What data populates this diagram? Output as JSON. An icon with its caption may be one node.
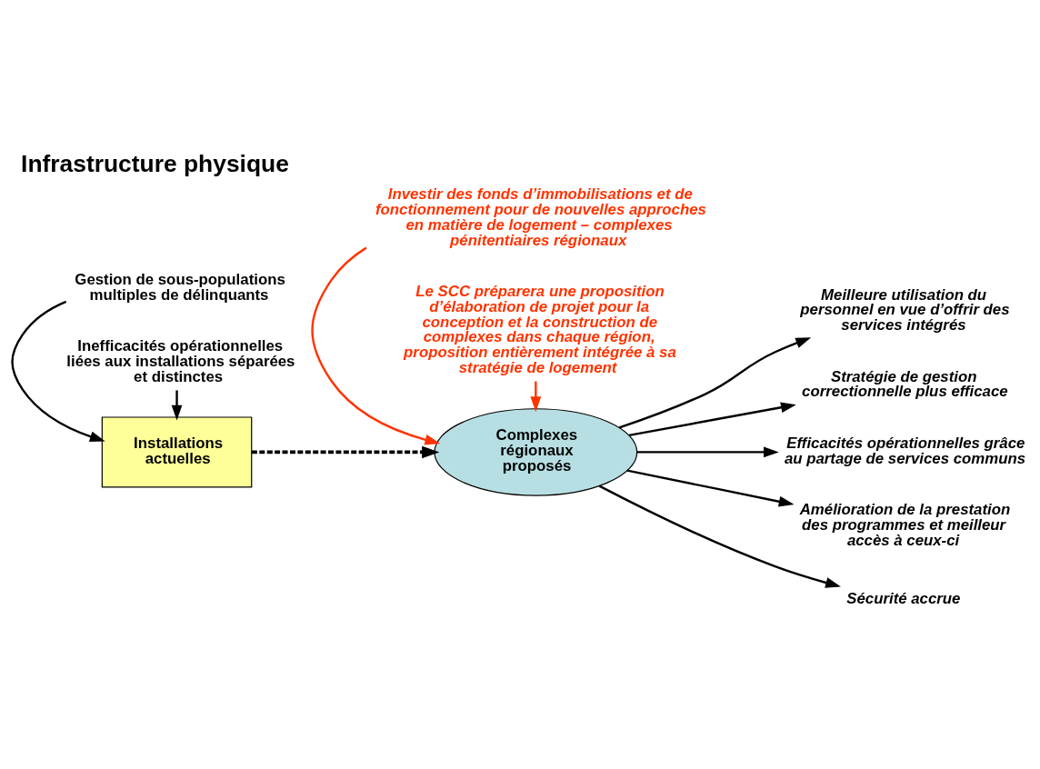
{
  "diagram": {
    "title": "Infrastructure physique",
    "nodes": [
      {
        "text": [
          "Gestion de sous-populations multiples de délinquants"
        ]
      },
      {
        "text": [
          "Installations actuelles"
        ]
      },
      {
        "text": [
          "Inefficacités opérationnelles liées aux installations séparées et distinctes"
        ]
      },
      {
        "text": [
          "Investir des fonds d’immobilisations et de fonctionnement pour de nouvelles approches en matière de logement – complexes pénitentiaires régionaux"
        ]
      },
      {
        "text": [
          "Complexes régionaux proposés"
        ]
      },
      {
        "text": [
          "Le SCC préparera une proposition d’élaboration de projet pour la conception et la construction de complexes dans chaque région, proposition entièrement intégrée à sa stratégie de logement"
        ]
      },
      {
        "text": [
          "Meilleure utilisation du personnel en vue d’offrir des services intégrés"
        ]
      },
      {
        "text": [
          "Stratégie de gestion correctionnelle plus efficace"
        ]
      },
      {
        "text": [
          "Efficacités opérationnelles grâce au partage de services communs"
        ]
      },
      {
        "text": [
          "Amélioration de la prestation des programmes et meilleur accès à ceux-ci"
        ]
      },
      {
        "text": [
          "Sécurité accrue"
        ]
      }
    ],
    "edges": [
      {
        "from": 0,
        "to": 1,
        "arrow": "to"
      },
      {
        "from": 2,
        "to": 1,
        "arrow": "to"
      },
      {
        "from": 1,
        "to": 4,
        "arrow": "to",
        "style": "dashed"
      },
      {
        "from": 3,
        "to": 4,
        "arrow": "to",
        "color": "#ff3300"
      },
      {
        "from": 5,
        "to": 4,
        "arrow": "to",
        "color": "#ff3300"
      },
      {
        "from": 4,
        "to": 6,
        "arrow": "to"
      },
      {
        "from": 4,
        "to": 7,
        "arrow": "to"
      },
      {
        "from": 4,
        "to": 8,
        "arrow": "to"
      },
      {
        "from": 4,
        "to": 9,
        "arrow": "to"
      },
      {
        "from": 4,
        "to": 10,
        "arrow": "to"
      }
    ]
  }
}
